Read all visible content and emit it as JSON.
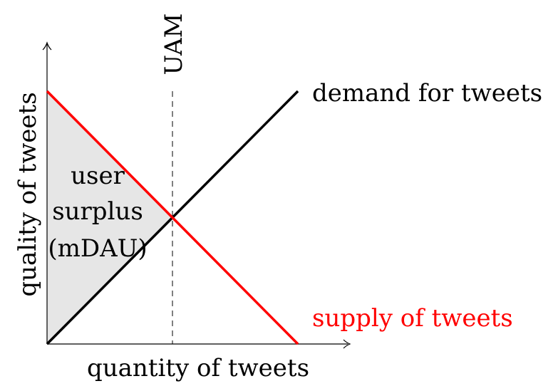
{
  "diagram": {
    "axes": {
      "x_label": "quantity of tweets",
      "y_label": "quality of tweets"
    },
    "lines": {
      "demand_label": "demand for tweets",
      "supply_label": "supply of tweets",
      "uam_label": "UAM"
    },
    "surplus_region": {
      "label_lines": [
        "user",
        "surplus",
        "(mDAU)"
      ]
    },
    "colors": {
      "supply": "#ff0000",
      "demand": "#000000",
      "surplus_fill": "#e6e6e6",
      "axis": "#000000"
    }
  }
}
